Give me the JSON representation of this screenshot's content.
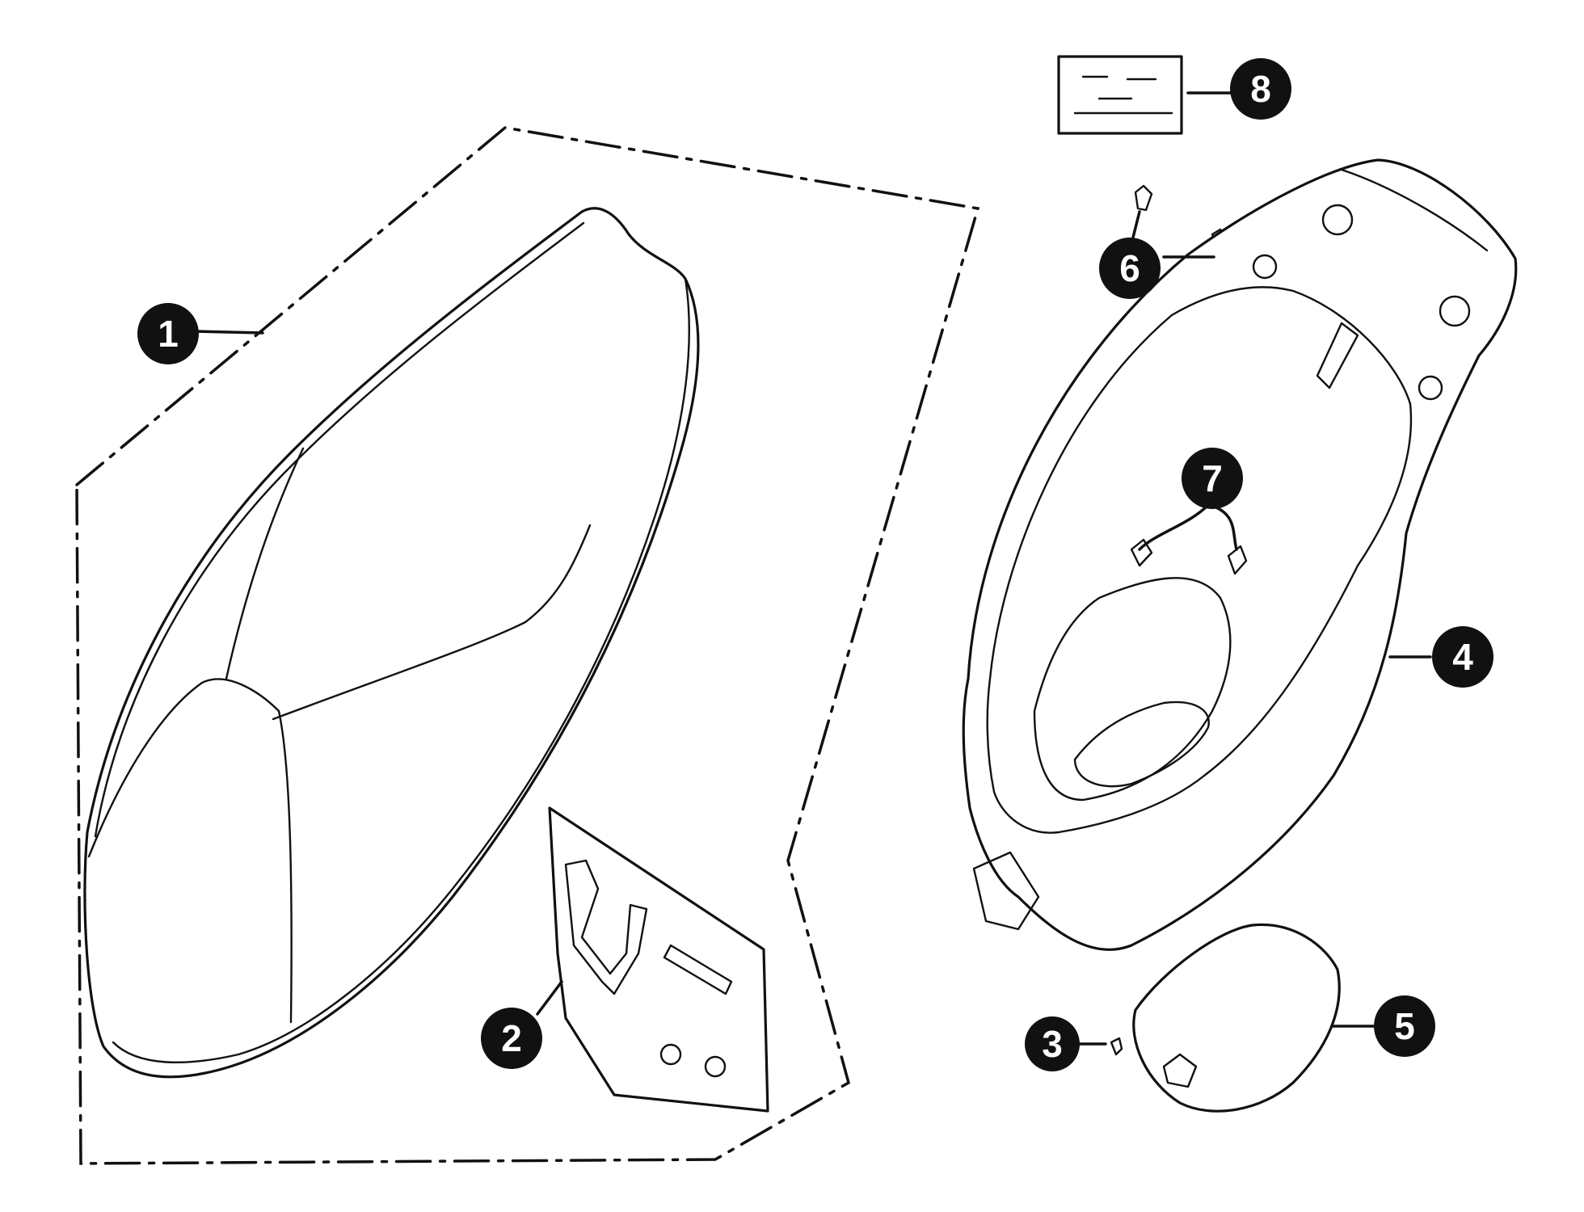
{
  "diagram": {
    "style": {
      "line_color": "#111111",
      "callout_fill": "#111111",
      "callout_text_color": "#ffffff",
      "background": "#ffffff"
    },
    "callouts": [
      {
        "id": "1",
        "label": "1"
      },
      {
        "id": "2",
        "label": "2"
      },
      {
        "id": "3",
        "label": "3"
      },
      {
        "id": "4",
        "label": "4"
      },
      {
        "id": "5",
        "label": "5"
      },
      {
        "id": "6",
        "label": "6"
      },
      {
        "id": "7",
        "label": "7"
      },
      {
        "id": "8",
        "label": "8"
      }
    ]
  }
}
